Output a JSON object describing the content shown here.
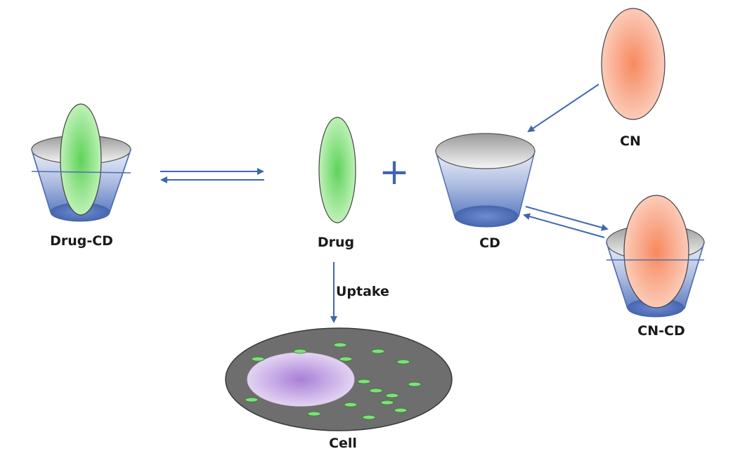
{
  "labels": {
    "drug_cd": "Drug-CD",
    "drug": "Drug",
    "plus": "+",
    "cd": "CD",
    "cn": "CN",
    "cn_cd": "CN-CD",
    "uptake": "Uptake",
    "cell": "Cell"
  },
  "colors": {
    "drug_green": "#7fe07a",
    "cn_salmon": "#f7a589",
    "cup_blue": "#5f7fc2",
    "arrow_blue": "#3f67ad",
    "cell_gray": "#6e6e6e",
    "nucleus_purple": "#c6a6e6"
  }
}
